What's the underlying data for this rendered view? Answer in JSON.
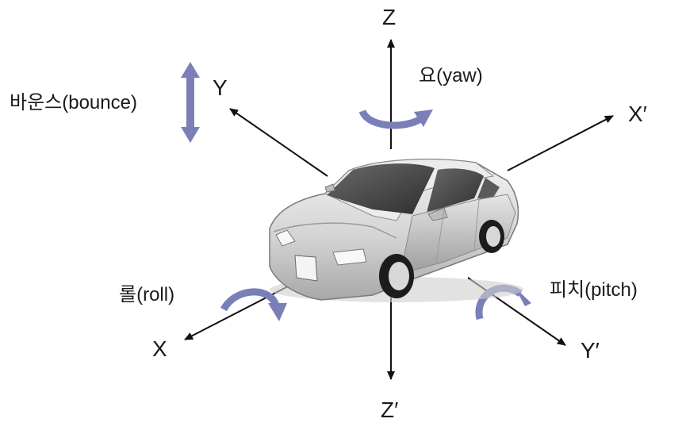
{
  "axes": {
    "z": "Z",
    "z_prime": "Z′",
    "y": "Y",
    "y_prime": "Y′",
    "x": "X",
    "x_prime": "X′"
  },
  "motions": {
    "bounce": "바운스(bounce)",
    "yaw": "요(yaw)",
    "roll": "롤(roll)",
    "pitch": "피치(pitch)"
  },
  "colors": {
    "axis": "#111111",
    "rotation_arrow": "#7b7fb8",
    "car_body": "#d9d9d9",
    "car_glass": "#4a4a4a",
    "background": "#ffffff"
  }
}
